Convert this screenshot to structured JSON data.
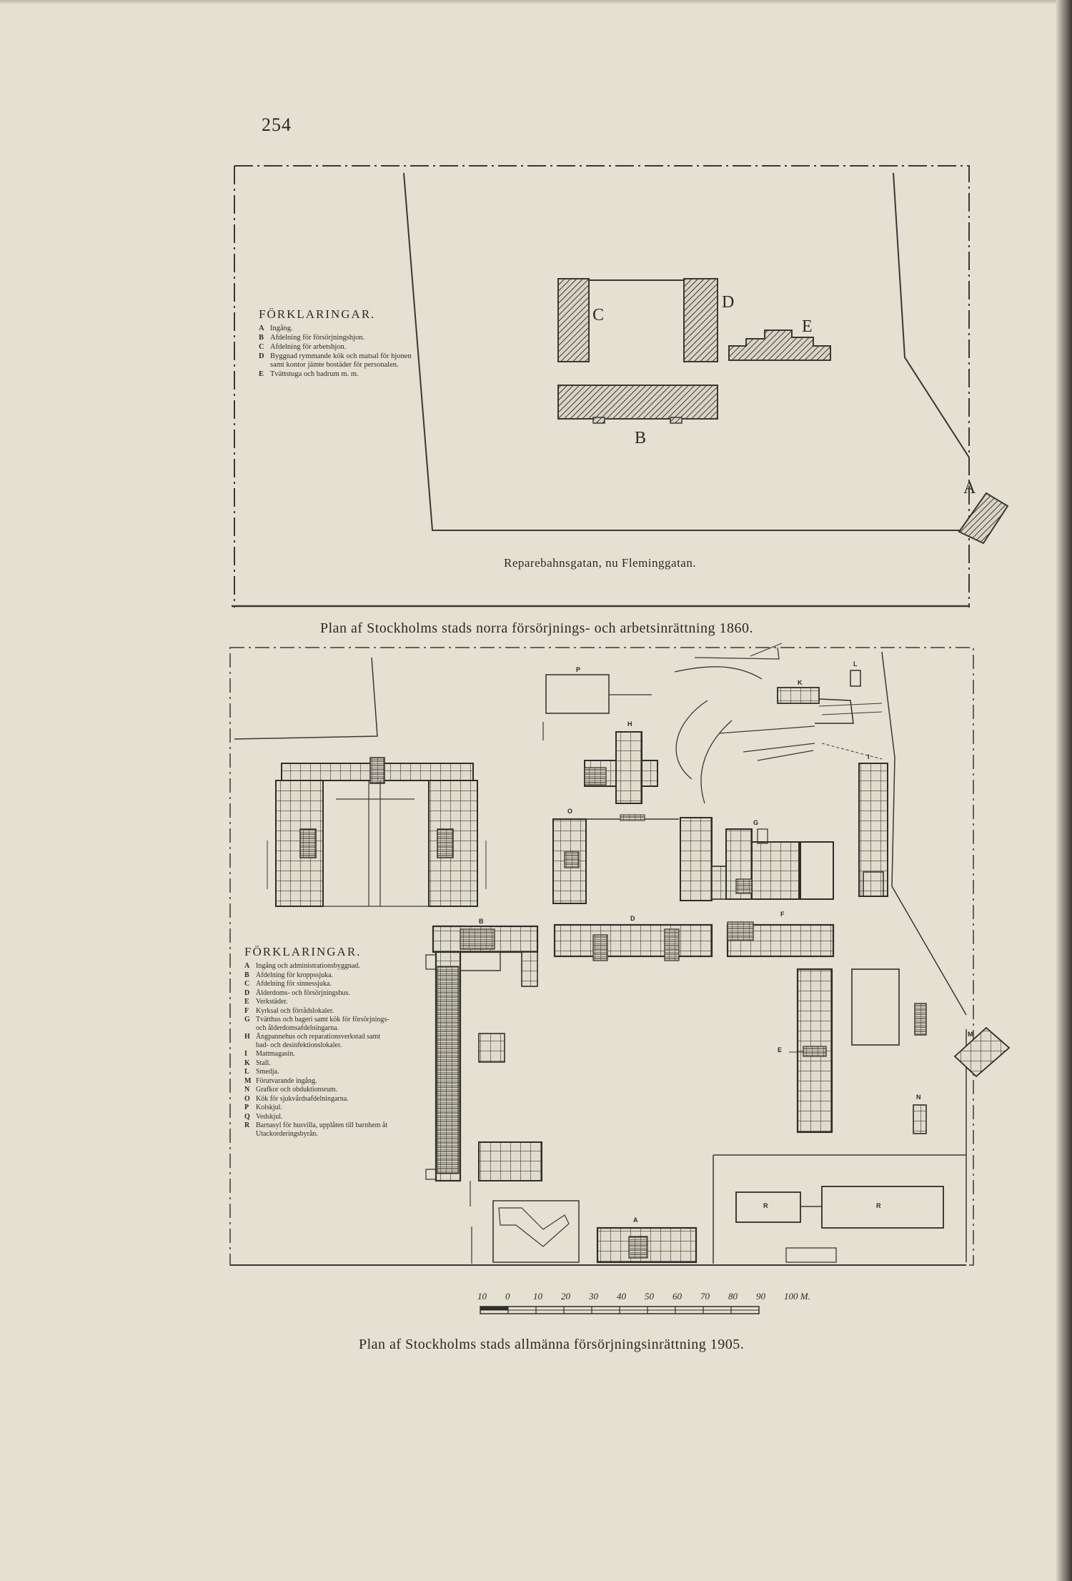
{
  "page_number": "254",
  "plan_1860": {
    "legend_title": "FÖRKLARINGAR.",
    "legend": [
      {
        "key": "A",
        "text": "Ingång."
      },
      {
        "key": "B",
        "text": "Afdelning för försörjningshjon."
      },
      {
        "key": "C",
        "text": "Afdelning för arbetshjon."
      },
      {
        "key": "D",
        "text": "Byggnad rymmande kök och matsal för hjonen samt kontor jämte bostäder för personalen."
      },
      {
        "key": "E",
        "text": "Tvättstuga och badrum m. m."
      }
    ],
    "building_labels": {
      "A": "A",
      "B": "B",
      "C": "C",
      "D": "D",
      "E": "E"
    },
    "street": "Reparebahnsgatan, nu Fleminggatan.",
    "caption": "Plan af Stockholms stads norra försörjnings- och arbetsinrättning 1860."
  },
  "plan_1905": {
    "legend_title": "FÖRKLARINGAR.",
    "legend": [
      {
        "key": "A",
        "text": "Ingång och administrationsbyggnad."
      },
      {
        "key": "B",
        "text": "Afdelning för kroppssjuka."
      },
      {
        "key": "C",
        "text": "Afdelning för sinnessjuka."
      },
      {
        "key": "D",
        "text": "Ålderdoms- och försörjningshus."
      },
      {
        "key": "E",
        "text": "Verkstäder."
      },
      {
        "key": "F",
        "text": "Kyrksal och förrådslokaler."
      },
      {
        "key": "G",
        "text": "Tvätthus och bageri samt kök för försörjnings- och ålderdomsafdelningarna."
      },
      {
        "key": "H",
        "text": "Ångpannehus och reparationsverkstad samt bad- och desinfektionslokaler."
      },
      {
        "key": "I",
        "text": "Mattmagasin."
      },
      {
        "key": "K",
        "text": "Stall."
      },
      {
        "key": "L",
        "text": "Smedja."
      },
      {
        "key": "M",
        "text": "Förutvarande ingång."
      },
      {
        "key": "N",
        "text": "Grafkor och obduktionsrum."
      },
      {
        "key": "O",
        "text": "Kök för sjukvårdsafdelningarna."
      },
      {
        "key": "P",
        "text": "Kolskjul."
      },
      {
        "key": "Q",
        "text": "Vedskjul."
      },
      {
        "key": "R",
        "text": "Barnasyl för husvilla, upplåten till barnhem åt Utackorderingsbyrån."
      }
    ],
    "building_labels": {
      "A": "A",
      "B": "B",
      "D": "D",
      "E": "E",
      "F": "F",
      "G": "G",
      "H": "H",
      "I": "I",
      "K": "K",
      "L": "L",
      "M": "M",
      "N": "N",
      "O": "O",
      "P": "P",
      "R": "R"
    },
    "scale_ticks": [
      "10",
      "0",
      "10",
      "20",
      "30",
      "40",
      "50",
      "60",
      "70",
      "80",
      "90",
      "100 M."
    ],
    "caption": "Plan af Stockholms stads allmänna försörjningsinrättning 1905."
  }
}
